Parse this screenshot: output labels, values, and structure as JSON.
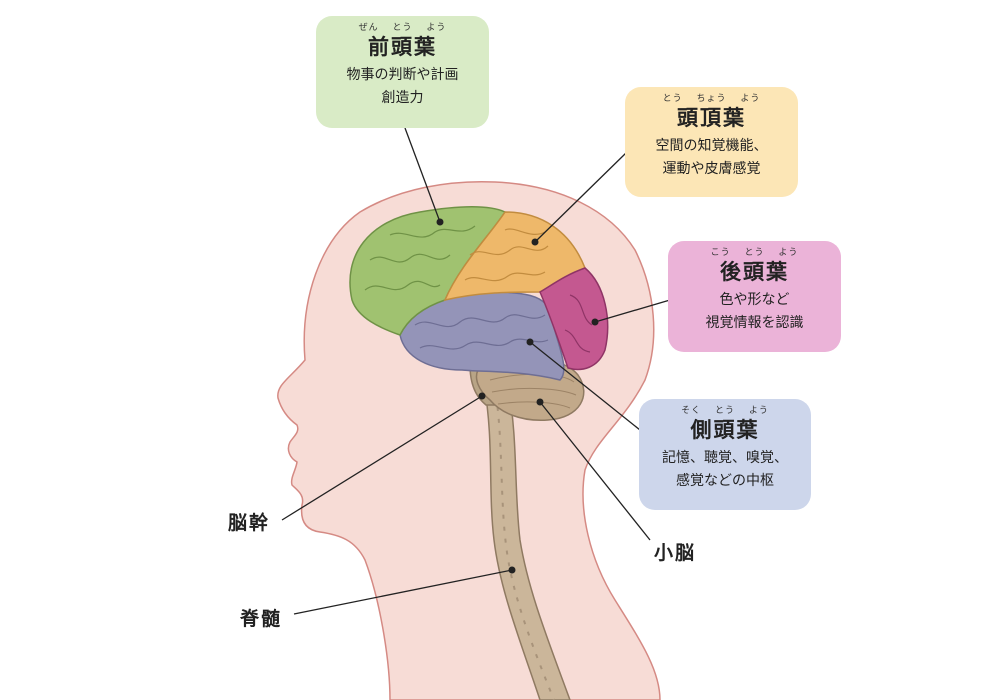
{
  "lobes": {
    "frontal": {
      "ruby": "ぜん とう よう",
      "title": "前頭葉",
      "desc1": "物事の判断や計画",
      "desc2": "創造力",
      "color": "#d9ebc6",
      "fill": "#9dbf6e"
    },
    "parietal": {
      "ruby": "とう ちょう よう",
      "title": "頭頂葉",
      "desc1": "空間の知覚機能、",
      "desc2": "運動や皮膚感覚",
      "color": "#fce6b6",
      "fill": "#ecb86a"
    },
    "occipital": {
      "ruby": "こう とう よう",
      "title": "後頭葉",
      "desc1": "色や形など",
      "desc2": "視覚情報を認識",
      "color": "#ebb3d8",
      "fill": "#c25a8f"
    },
    "temporal": {
      "ruby": "そく とう よう",
      "title": "側頭葉",
      "desc1": "記憶、聴覚、嗅覚、",
      "desc2": "感覚などの中枢",
      "color": "#cdd6eb",
      "fill": "#8f8fb6"
    }
  },
  "labels": {
    "brainstem": "脳幹",
    "cerebellum": "小脳",
    "spinal_cord": "脊髄"
  }
}
